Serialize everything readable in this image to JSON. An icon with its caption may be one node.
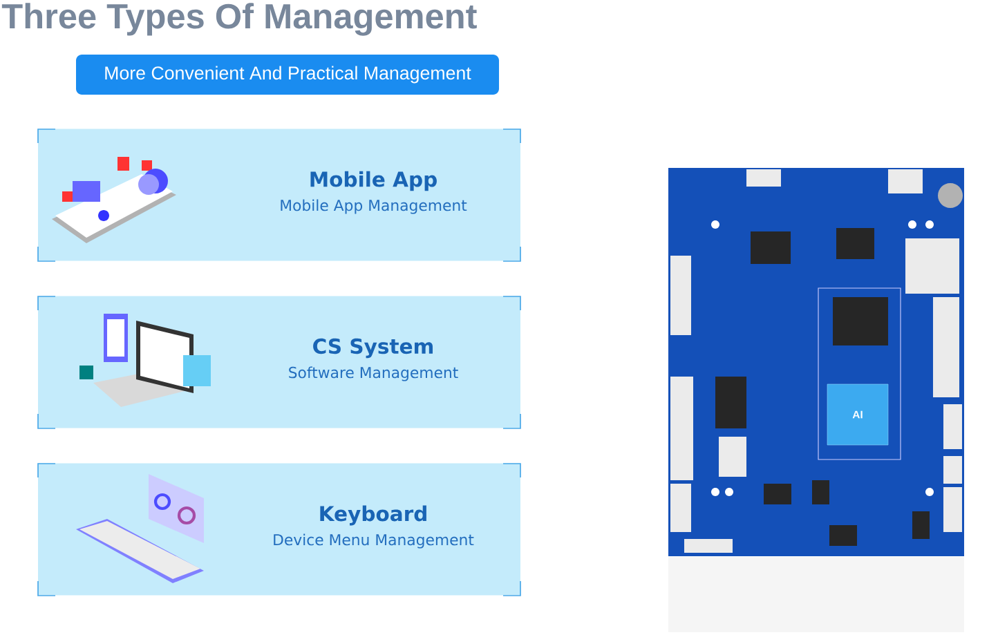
{
  "diagram": {
    "title": "Three Types Of Management",
    "nodes": [
      {
        "text": [
          "More Convenient And Practical Management"
        ]
      },
      {
        "text": [
          "Mobile App",
          "Mobile App Management"
        ]
      },
      {
        "text": [
          "CS System",
          "Software Management"
        ]
      },
      {
        "text": [
          "Keyboard",
          "Device Menu Management"
        ]
      }
    ],
    "labels": [
      "AI"
    ]
  }
}
